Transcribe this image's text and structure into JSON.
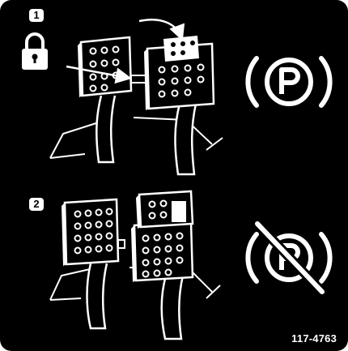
{
  "steps": [
    {
      "number": "1",
      "state": "pedals-locked-together",
      "icons": [
        "padlock-locked-icon",
        "parking-brake-engaged-icon"
      ]
    },
    {
      "number": "2",
      "state": "pedals-separated",
      "icons": [
        "parking-brake-released-icon"
      ]
    }
  ],
  "part_number": "117-4763",
  "colors": {
    "background": "#000000",
    "foreground": "#ffffff"
  }
}
